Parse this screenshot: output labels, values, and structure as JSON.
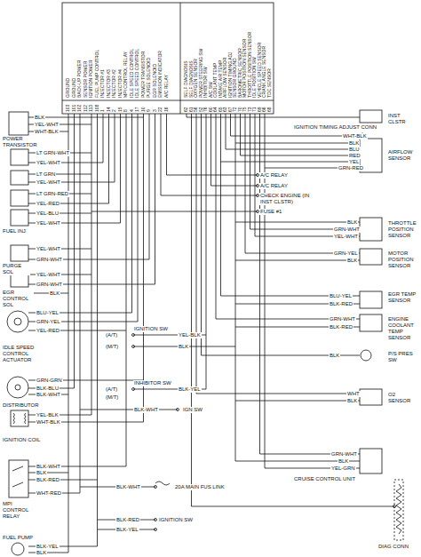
{
  "diagram": {
    "labels": [
      "GROUND",
      "GROUND",
      "BACK-UP POWER",
      "SENSOR POWER",
      "IGNITION POWER",
      "FUEL PUMP CONTROL",
      "INJECTOR #1",
      "INJECTOR #3",
      "INJECTOR #2",
      "INJECTOR #4",
      "MPI CONTROL RELAY",
      "IDLE SPEED CONTROL",
      "IDLE SPEED CONTROL",
      "POWER TRANSISTOR",
      "PURGE SOLENOID",
      "EGR SOLENOID",
      "EMISSION INDICATOR",
      "A/C RELAY",
      "SELF DIAGNOSIS",
      "SELF DIAGNOSIS",
      "OXYGEN SENSOR",
      "POWER STEERING SW",
      "INHIBITOR SW",
      "A/C SW",
      "COOLANT TEMP",
      "INTAKE AIR TEMP",
      "AIRFLOW SENSOR",
      "IGNITION TIMING ADJ",
      "SENSOR GROUND",
      "BAROMETRIC SENSOR",
      "MOTOR POSITION SENSOR",
      "THROTTLE POSITION SENSOR",
      "IDLE POSITION SW",
      "VEHICLE SPEED SENSOR",
      "CRANK ANGLE SENSOR",
      "TDC SENSOR",
      "103",
      "101",
      "102",
      "112",
      "113",
      "108",
      "1",
      "14",
      "2",
      "15",
      "8",
      "4",
      "17",
      "10",
      "9",
      "3",
      "22",
      "16",
      "62",
      "61",
      "56",
      "52",
      "76",
      "60",
      "64",
      "65",
      "63",
      "67",
      "72",
      "70",
      "75",
      "73",
      "71",
      "69",
      "66",
      "68",
      "BLK",
      "YEL-WHT",
      "WHT-BLK",
      "POWER TRANSISTOR",
      "LT GRN-WHT",
      "YEL-WHT",
      "LT GRN",
      "YEL-WHT",
      "LT GRN-RED",
      "YEL-RED",
      "YEL-BLU",
      "YEL-WHT",
      "FUEL INJ",
      "YEL-WHT",
      "GRN-WHT",
      "PURGE SOL",
      "YEL-WHT",
      "GRN-WHT",
      "EGR CONTROL SOL",
      "BLK",
      "BLU-YEL",
      "GRN-YEL",
      "YEL-RED",
      "IDLE SPEED CONTROL ACTUATOR",
      "GRN-GRN",
      "BLK-BLU",
      "BLK-WHT",
      "DISTRIBUTOR",
      "YEL-BLK",
      "WHT-BLK",
      "IGNITION COIL",
      "BLK-WHT",
      "BLK",
      "BLK-RED",
      "WHT-RED",
      "MPI CONTROL RELAY",
      "BLK-YEL",
      "BLK",
      "FUEL PUMP",
      "A/C RELAY",
      "A/C RELAY",
      "CHECK ENGINE (IN INST CLSTR)",
      "FUSE #1",
      "YEL-BLK",
      "IGNITION SW",
      "(A/T)",
      "BLK",
      "(M/T)",
      "BLK-YEL",
      "INHIBITOR SW",
      "(A/T)",
      "(M/T)",
      "BLK-WHT",
      "IGN SW",
      "BLK-WHT",
      "20A MAIN FUS LINK",
      "BLK-RED",
      "IGNITION SW",
      "BLK-YEL",
      "INST CLSTR",
      "IGNITION TIMING ADJUST CONN",
      "WHT-BLK",
      "BLK",
      "BLU",
      "RED",
      "YEL",
      "GRN-RED",
      "AIRFLOW SENSOR",
      "BLK",
      "GRN-WHT",
      "YEL-WHT",
      "THROTTLE POSITION SENSOR",
      "GRN-YEL",
      "BLK",
      "MOTOR POSITION SENSOR",
      "BLU-YEL",
      "BLK-RED",
      "EGR TEMP SENSOR",
      "GRN-WHT",
      "BLK-RED",
      "ENGINE COOLANT TEMP SENSOR",
      "BLK",
      "P/S PRES SW",
      "WHT",
      "BLK",
      "O2 SENSOR",
      "GRN-WHT",
      "BLK",
      "YEL-GRN",
      "CRUISE CONTROL UNIT",
      "DIAG CONN"
    ]
  }
}
